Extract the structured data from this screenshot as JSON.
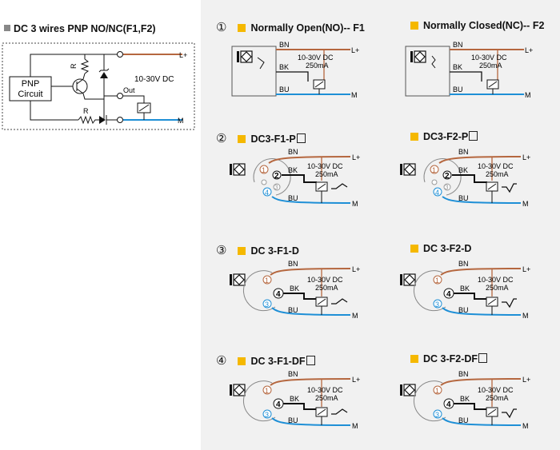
{
  "left": {
    "title": "DC 3 wires PNP NO/NC(F1,F2)",
    "circuit_label_1": "PNP",
    "circuit_label_2": "Circuit",
    "r1": "R",
    "r2": "R",
    "out": "Out",
    "voltage": "10-30V DC",
    "lplus": "L+",
    "m": "M"
  },
  "sections": [
    {
      "num": "①",
      "left_title": "Normally Open(NO)-- F1",
      "right_title": "Normally Closed(NC)-- F2"
    },
    {
      "num": "②",
      "left_title": "DC3-F1-P",
      "right_title": "DC3-F2-P"
    },
    {
      "num": "③",
      "left_title": "DC 3-F1-D",
      "right_title": "DC 3-F2-D"
    },
    {
      "num": "④",
      "left_title": "DC 3-F1-DF",
      "right_title": "DC 3-F2-DF"
    }
  ],
  "wires": {
    "bn": "BN",
    "bk": "BK",
    "bu": "BU",
    "lplus": "L+",
    "m": "M"
  },
  "load": {
    "voltage": "10-30V DC",
    "current": "250mA"
  },
  "pins": {
    "p1": "1",
    "p2": "2",
    "p3": "3",
    "p4": "4"
  },
  "colors": {
    "brown": "#b5673f",
    "blue": "#1e8fd6",
    "black": "#111111",
    "yellow": "#f5b800",
    "panel": "#f1f1f1"
  }
}
